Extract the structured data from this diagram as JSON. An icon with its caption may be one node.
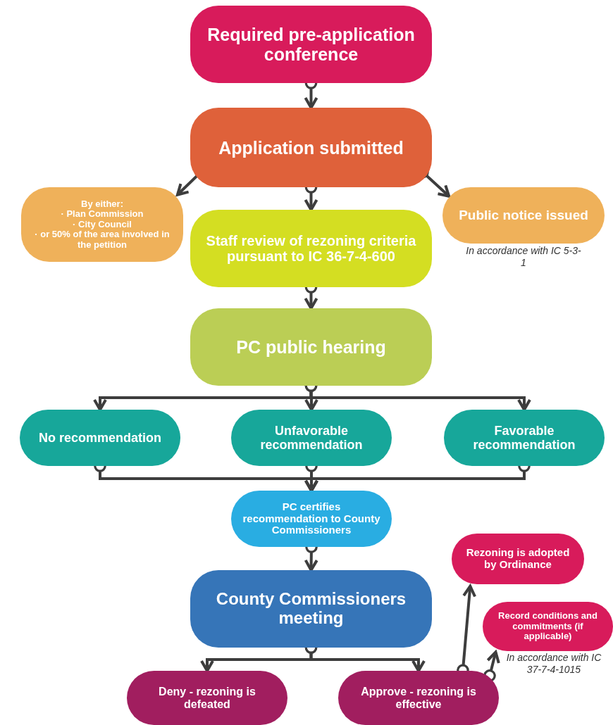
{
  "diagram": {
    "nodes": [
      {
        "text": [
          "Required pre-application conference"
        ]
      },
      {
        "text": [
          "Application submitted"
        ]
      },
      {
        "text": [
          "By either:",
          "· Plan Commission",
          "· City Council",
          "· or 50% of the area involved in the petition"
        ]
      },
      {
        "text": [
          "Staff review of rezoning criteria pursuant to IC 36-7-4-600"
        ]
      },
      {
        "text": [
          "Public notice issued"
        ],
        "beside": [
          "In accordance with IC 5-3-1"
        ]
      },
      {
        "text": [
          "PC public hearing"
        ]
      },
      {
        "text": [
          "No recommendation"
        ]
      },
      {
        "text": [
          "Unfavorable recommendation"
        ]
      },
      {
        "text": [
          "Favorable recommendation"
        ]
      },
      {
        "text": [
          "PC certifies recommendation to County Commissioners"
        ]
      },
      {
        "text": [
          "County Commissioners meeting"
        ]
      },
      {
        "text": [
          "Rezoning is adopted by Ordinance"
        ]
      },
      {
        "text": [
          "Record conditions and commitments (if applicable)"
        ],
        "beside": [
          "In accordance with IC 37-7-4-1015"
        ]
      },
      {
        "text": [
          "Deny - rezoning is defeated"
        ]
      },
      {
        "text": [
          "Approve - rezoning is effective"
        ]
      }
    ],
    "edges": [
      {
        "from": 0,
        "to": 1,
        "arrow": "to"
      },
      {
        "from": 1,
        "to": 2,
        "arrow": "to"
      },
      {
        "from": 1,
        "to": 3,
        "arrow": "to"
      },
      {
        "from": 1,
        "to": 4,
        "arrow": "to"
      },
      {
        "from": 3,
        "to": 5,
        "arrow": "to"
      },
      {
        "from": 5,
        "to": 6,
        "arrow": "to"
      },
      {
        "from": 5,
        "to": 7,
        "arrow": "to"
      },
      {
        "from": 5,
        "to": 8,
        "arrow": "to"
      },
      {
        "from": 6,
        "to": 9,
        "arrow": "to"
      },
      {
        "from": 7,
        "to": 9,
        "arrow": "to"
      },
      {
        "from": 8,
        "to": 9,
        "arrow": "to"
      },
      {
        "from": 9,
        "to": 10,
        "arrow": "to"
      },
      {
        "from": 10,
        "to": 13,
        "arrow": "to"
      },
      {
        "from": 10,
        "to": 14,
        "arrow": "to"
      },
      {
        "from": 14,
        "to": 11,
        "arrow": "to"
      },
      {
        "from": 14,
        "to": 12,
        "arrow": "to"
      }
    ]
  }
}
